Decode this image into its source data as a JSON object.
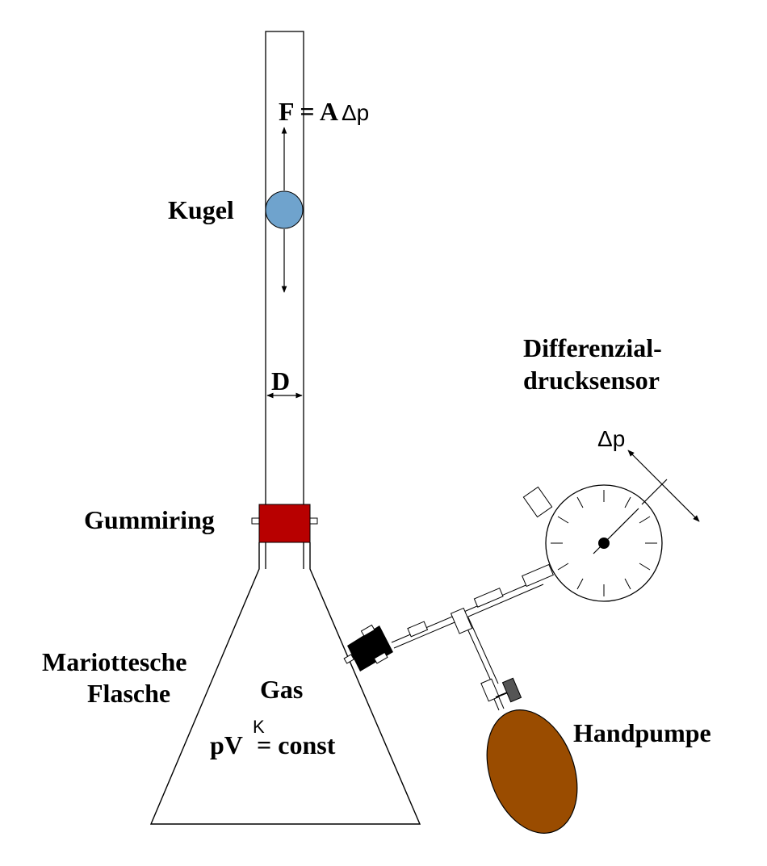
{
  "labels": {
    "force": "F = A",
    "force_delta": "Δp",
    "ball": "Kugel",
    "diameter": "D",
    "sensor_line1": "Differenzial-",
    "sensor_line2": "drucksensor",
    "sensor_dp": "Δp",
    "rubber_ring": "Gummiring",
    "flask_line1": "Mariottesche",
    "flask_line2": "Flasche",
    "gas": "Gas",
    "pv": "pV",
    "kappa": "K",
    "const": "= const",
    "pump": "Handpumpe"
  },
  "colors": {
    "ball": "#6fa3cd",
    "rubber_ring": "#b80000",
    "pump_bulb": "#9a4c00",
    "valve_knob": "#555555",
    "stopper": "#000000"
  }
}
